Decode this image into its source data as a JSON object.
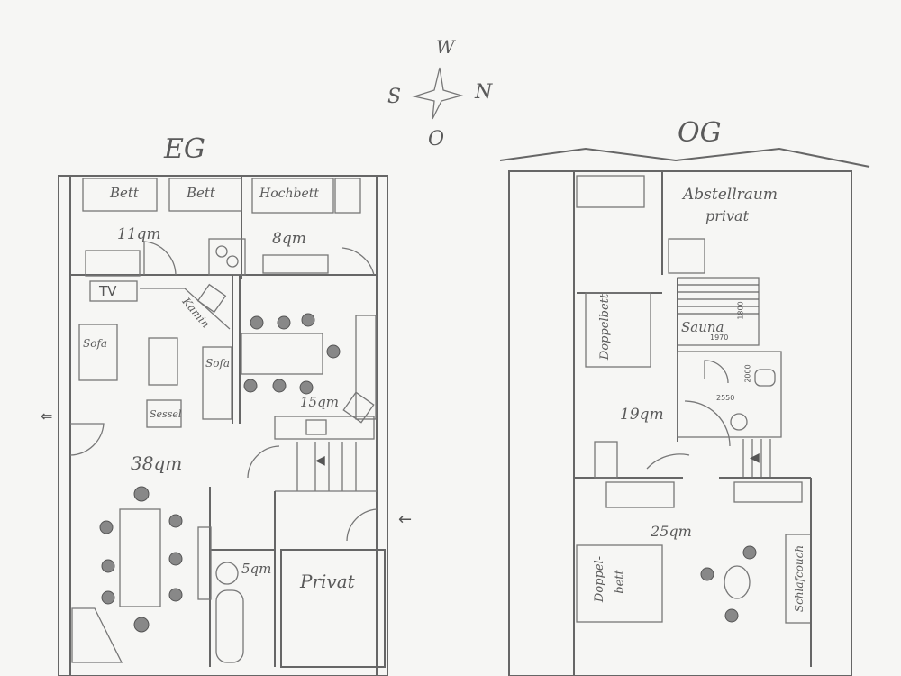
{
  "compass": {
    "north": "N",
    "south": "S",
    "west": "W",
    "east": "O"
  },
  "floors": [
    {
      "id": "EG",
      "title": "EG",
      "rooms": [
        {
          "name": "bedroom-1",
          "area": "11qm",
          "furniture": [
            "Bett",
            "Bett"
          ]
        },
        {
          "name": "bedroom-2",
          "area": "8qm",
          "furniture": [
            "Hochbett"
          ]
        },
        {
          "name": "living-room",
          "area": "38qm",
          "furniture": [
            "TV",
            "Sofa",
            "Sofa",
            "Sessel",
            "Kamin"
          ]
        },
        {
          "name": "kitchen-dining",
          "area": "15qm"
        },
        {
          "name": "bathroom",
          "area": "5qm"
        },
        {
          "name": "private-room",
          "label": "Privat"
        }
      ]
    },
    {
      "id": "OG",
      "title": "OG",
      "rooms": [
        {
          "name": "storage",
          "label": "Abstellraum",
          "sublabel": "privat"
        },
        {
          "name": "sauna",
          "label": "Sauna",
          "dims": [
            "1970",
            "1800"
          ]
        },
        {
          "name": "shower-wc",
          "dims": [
            "2550",
            "2000"
          ]
        },
        {
          "name": "bedroom-3",
          "area": "19qm",
          "furniture": [
            "Doppelbett"
          ]
        },
        {
          "name": "bedroom-4",
          "area": "25qm",
          "furniture": [
            "Doppel-",
            "bett",
            "Schlafcouch"
          ]
        }
      ]
    }
  ]
}
